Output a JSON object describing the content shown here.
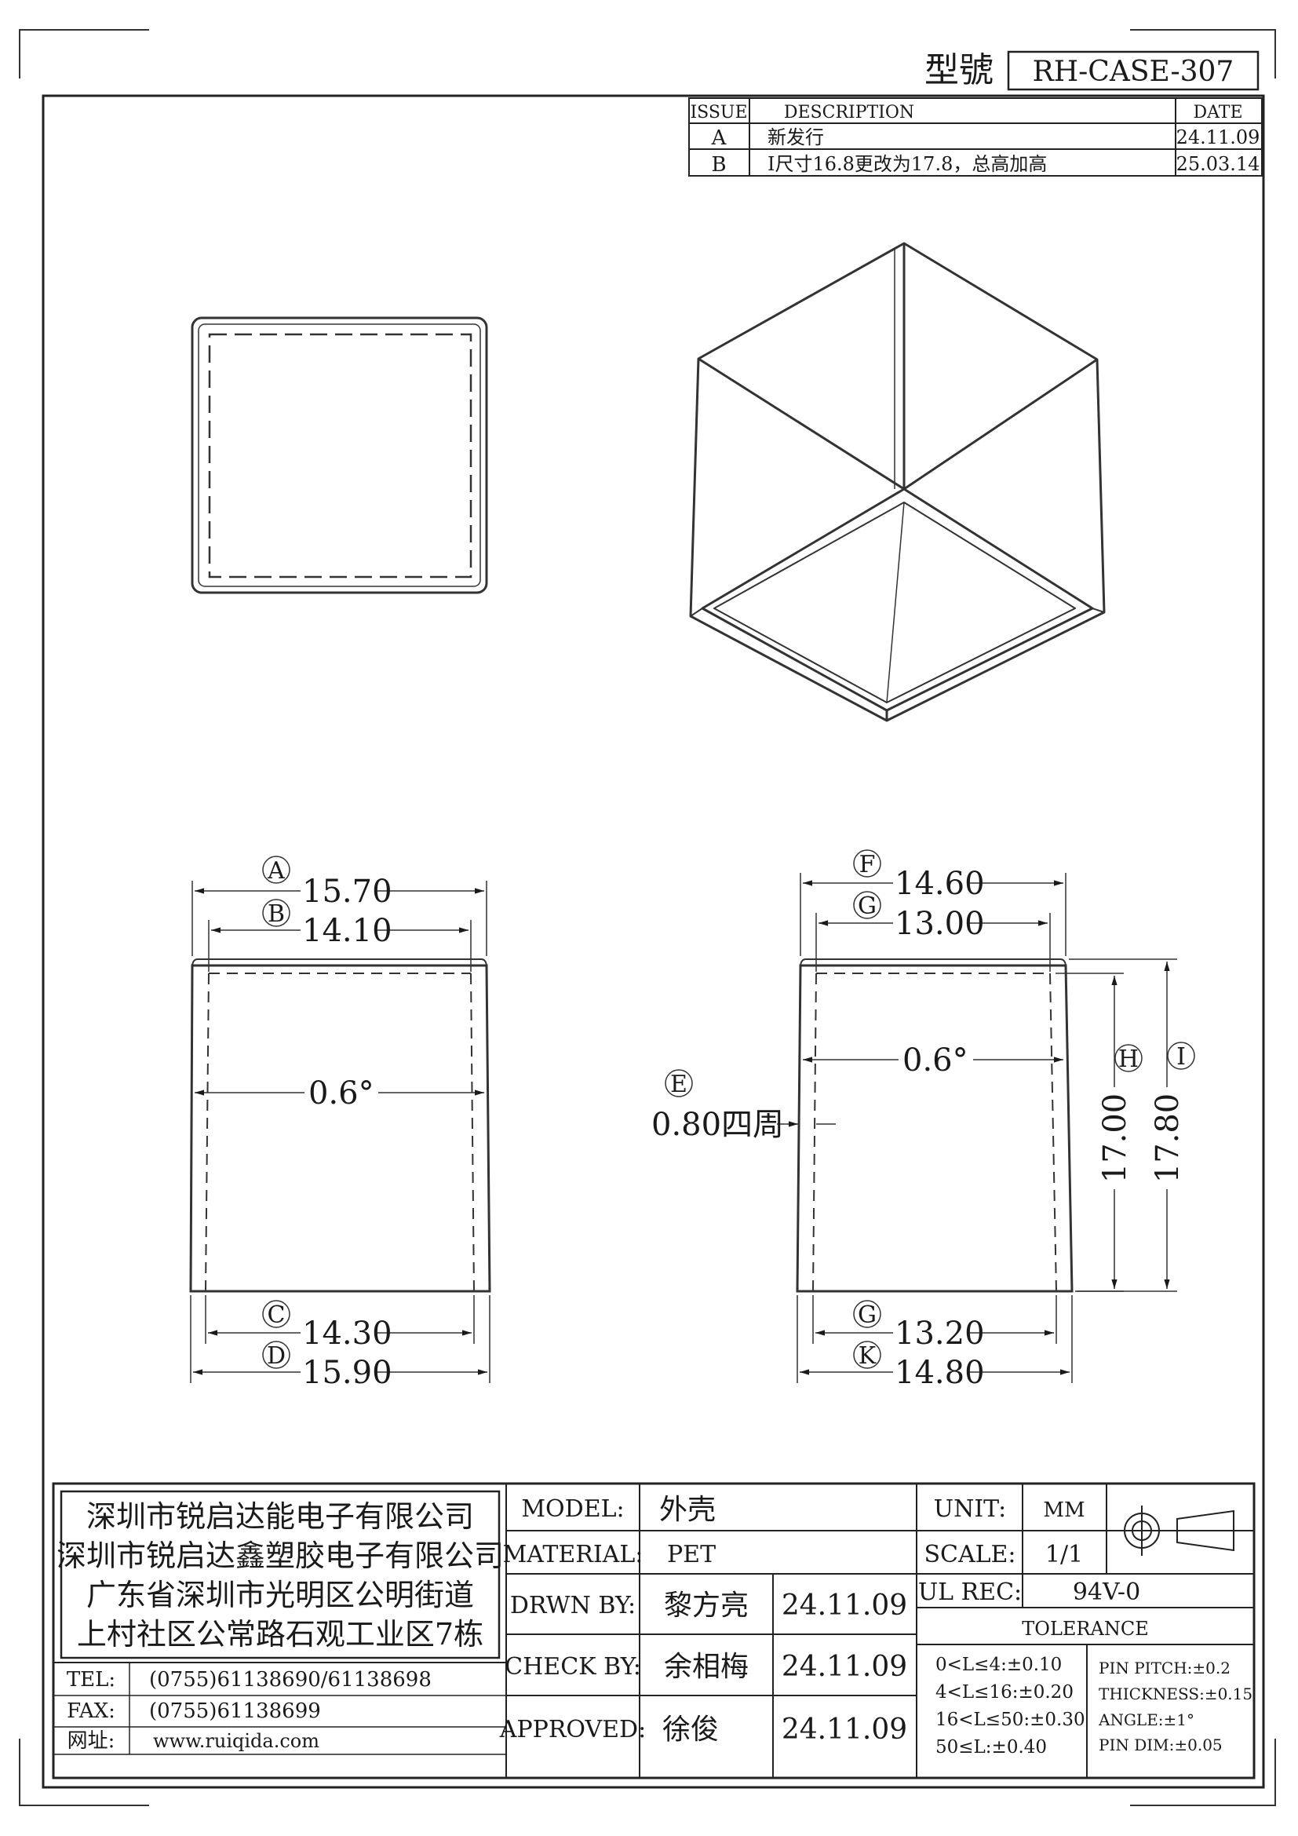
{
  "title_block": {
    "model_label": "型號",
    "model_code": "RH-CASE-307"
  },
  "revisions": {
    "headers": {
      "issue": "ISSUE",
      "description": "DESCRIPTION",
      "date": "DATE"
    },
    "rows": [
      {
        "issue": "A",
        "description": "新发行",
        "date": "24.11.09"
      },
      {
        "issue": "B",
        "description": "I尺寸16.8更改为17.8，总高加高",
        "date": "25.03.14"
      }
    ]
  },
  "dimensions": {
    "A": {
      "marker": "A",
      "value": "15.70"
    },
    "B": {
      "marker": "B",
      "value": "14.10"
    },
    "C": {
      "marker": "C",
      "value": "14.30"
    },
    "D": {
      "marker": "D",
      "value": "15.90"
    },
    "E": {
      "marker": "E",
      "value": "0.80四周"
    },
    "F": {
      "marker": "F",
      "value": "14.60"
    },
    "G_top": {
      "marker": "G",
      "value": "13.00"
    },
    "G_bottom": {
      "marker": "G",
      "value": "13.20"
    },
    "K": {
      "marker": "K",
      "value": "14.80"
    },
    "H": {
      "marker": "H",
      "value": "17.00"
    },
    "I": {
      "marker": "I",
      "value": "17.80"
    },
    "draft_left": "0.6°",
    "draft_right": "0.6°"
  },
  "company": {
    "lines": [
      "深圳市锐启达能电子有限公司",
      "深圳市锐启达鑫塑胶电子有限公司",
      "广东省深圳市光明区公明街道",
      "上村社区公常路石观工业区7栋"
    ],
    "tel_label": "TEL:",
    "tel": "(0755)61138690/61138698",
    "fax_label": "FAX:",
    "fax": "(0755)61138699",
    "web_label": "网址:",
    "web": "www.ruiqida.com"
  },
  "info": {
    "model_label": "MODEL:",
    "model": "外壳",
    "material_label": "MATERIAL:",
    "material": "PET",
    "drawn_label": "DRWN BY:",
    "drawn_by": "黎方亮",
    "drawn_date": "24.11.09",
    "check_label": "CHECK BY:",
    "check_by": "余相梅",
    "check_date": "24.11.09",
    "approved_label": "APPROVED:",
    "approved_by": "徐俊",
    "approved_date": "24.11.09",
    "unit_label": "UNIT:",
    "unit": "MM",
    "scale_label": "SCALE:",
    "scale": "1/1",
    "ul_label": "UL REC:",
    "ul": "94V-0",
    "tolerance_label": "TOLERANCE",
    "tolerances": [
      "0<L≤4:±0.10",
      "4<L≤16:±0.20",
      "16<L≤50:±0.30",
      "50≤L:±0.40"
    ],
    "extra_tolerances": [
      "PIN PITCH:±0.2",
      "THICKNESS:±0.15",
      "ANGLE:±1°",
      "PIN DIM:±0.05"
    ]
  }
}
